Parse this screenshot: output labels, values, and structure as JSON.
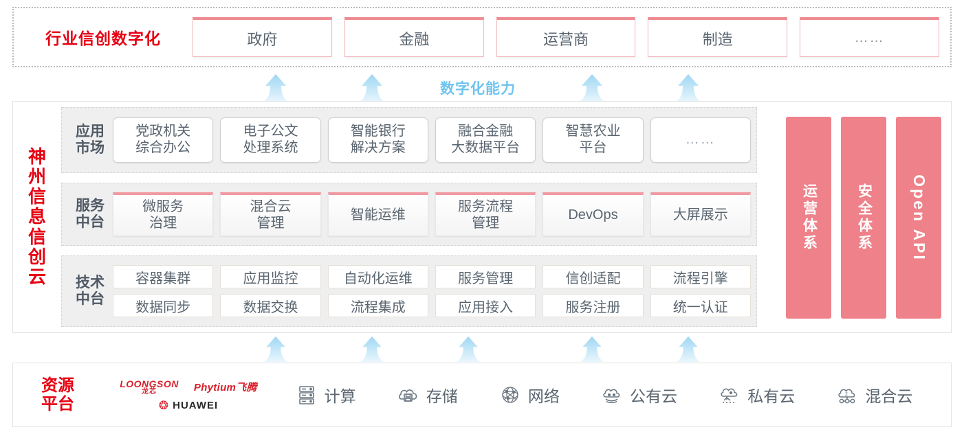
{
  "industry": {
    "title": "行业信创数字化",
    "cards": [
      {
        "label": "政府"
      },
      {
        "label": "金融"
      },
      {
        "label": "运营商"
      },
      {
        "label": "制造"
      },
      {
        "label": "……"
      }
    ]
  },
  "capability": {
    "label": "数字化能力",
    "arrow_icon": "up-arrow-icon",
    "arrow_count": 4,
    "arrow_color": "#bfe3f7"
  },
  "cloud": {
    "title_chars": [
      "神",
      "州",
      "信",
      "息",
      "信",
      "创",
      "云"
    ],
    "layers": [
      {
        "id": "app-market",
        "label_lines": [
          "应用",
          "市场"
        ],
        "cards": [
          {
            "lines": [
              "党政机关",
              "综合办公"
            ]
          },
          {
            "lines": [
              "电子公文",
              "处理系统"
            ]
          },
          {
            "lines": [
              "智能银行",
              "解决方案"
            ]
          },
          {
            "lines": [
              "融合金融",
              "大数据平台"
            ]
          },
          {
            "lines": [
              "智慧农业",
              "平台"
            ]
          },
          {
            "lines": [
              "……"
            ]
          }
        ]
      },
      {
        "id": "service-platform",
        "label_lines": [
          "服务",
          "中台"
        ],
        "cards": [
          {
            "lines": [
              "微服务",
              "治理"
            ]
          },
          {
            "lines": [
              "混合云",
              "管理"
            ]
          },
          {
            "lines": [
              "智能运维"
            ]
          },
          {
            "lines": [
              "服务流程",
              "管理"
            ]
          },
          {
            "lines": [
              "DevOps"
            ]
          },
          {
            "lines": [
              "大屏展示"
            ]
          }
        ]
      },
      {
        "id": "tech-platform",
        "label_lines": [
          "技术",
          "中台"
        ],
        "rows": [
          [
            "容器集群",
            "应用监控",
            "自动化运维",
            "服务管理",
            "信创适配",
            "流程引擎"
          ],
          [
            "数据同步",
            "数据交换",
            "流程集成",
            "应用接入",
            "服务注册",
            "统一认证"
          ]
        ]
      }
    ],
    "pillars": [
      {
        "id": "operations",
        "text": "运营体系",
        "type": "cn"
      },
      {
        "id": "security",
        "text": "安全体系",
        "type": "cn"
      },
      {
        "id": "open-api",
        "text": "Open API",
        "type": "en"
      }
    ],
    "pillar_color": "#ee8189"
  },
  "lower_arrows": {
    "arrow_icon": "up-arrow-icon",
    "arrow_count": 5
  },
  "resource": {
    "title_lines": [
      "资源",
      "平台"
    ],
    "vendors": [
      {
        "id": "loongson",
        "en": "LOONGSON",
        "cn": "龙芯"
      },
      {
        "id": "phytium",
        "text": "Phytium飞腾"
      },
      {
        "id": "huawei",
        "text": "HUAWEI"
      }
    ],
    "items": [
      {
        "icon": "server-rack-icon",
        "label": "计算"
      },
      {
        "icon": "cloud-storage-icon",
        "label": "存储"
      },
      {
        "icon": "network-mesh-icon",
        "label": "网络"
      },
      {
        "icon": "public-cloud-icon",
        "label": "公有云"
      },
      {
        "icon": "private-cloud-icon",
        "label": "私有云"
      },
      {
        "icon": "hybrid-cloud-icon",
        "label": "混合云"
      }
    ]
  }
}
